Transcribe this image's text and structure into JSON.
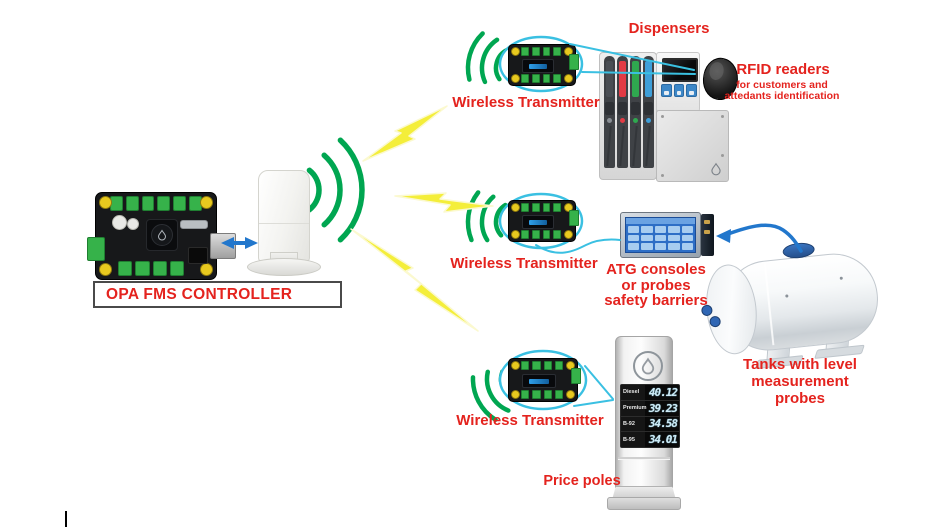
{
  "controller": {
    "label": "OPA FMS CONTROLLER"
  },
  "transmitters": {
    "top": {
      "label": "Wireless Transmitter"
    },
    "middle": {
      "label": "Wireless Transmitter"
    },
    "bottom": {
      "label": "Wireless Transmitter"
    }
  },
  "dispensers": {
    "label": "Dispensers"
  },
  "rfid": {
    "title": "RFID readers",
    "line1": "for customers and",
    "line2": "attedants identification"
  },
  "atg": {
    "line1": "ATG consoles",
    "line2": "or probes",
    "line3": "safety barriers"
  },
  "tanks": {
    "line1": "Tanks with level",
    "line2": "measurement",
    "line3": "probes"
  },
  "price_pole": {
    "label": "Price poles",
    "rows": [
      {
        "name": "Diesel",
        "price": "40.12"
      },
      {
        "name": "Premium",
        "price": "39.23"
      },
      {
        "name": "B-92",
        "price": "34.58"
      },
      {
        "name": "B-95",
        "price": "34.01"
      }
    ]
  },
  "icons": {
    "brand": "droplet-logo",
    "wireless": "wifi-arcs",
    "link": "lightning-bolt"
  },
  "colors": {
    "label_red": "#e4231e",
    "wifi_green": "#00a651",
    "bolt_yellow": "#f4ee3a",
    "callout_cyan": "#3ac0e2",
    "arrow_blue": "#2277cc",
    "nozzle_colors": [
      "#4a4e54",
      "#e23b44",
      "#2fa84f",
      "#3e9fd9"
    ]
  }
}
